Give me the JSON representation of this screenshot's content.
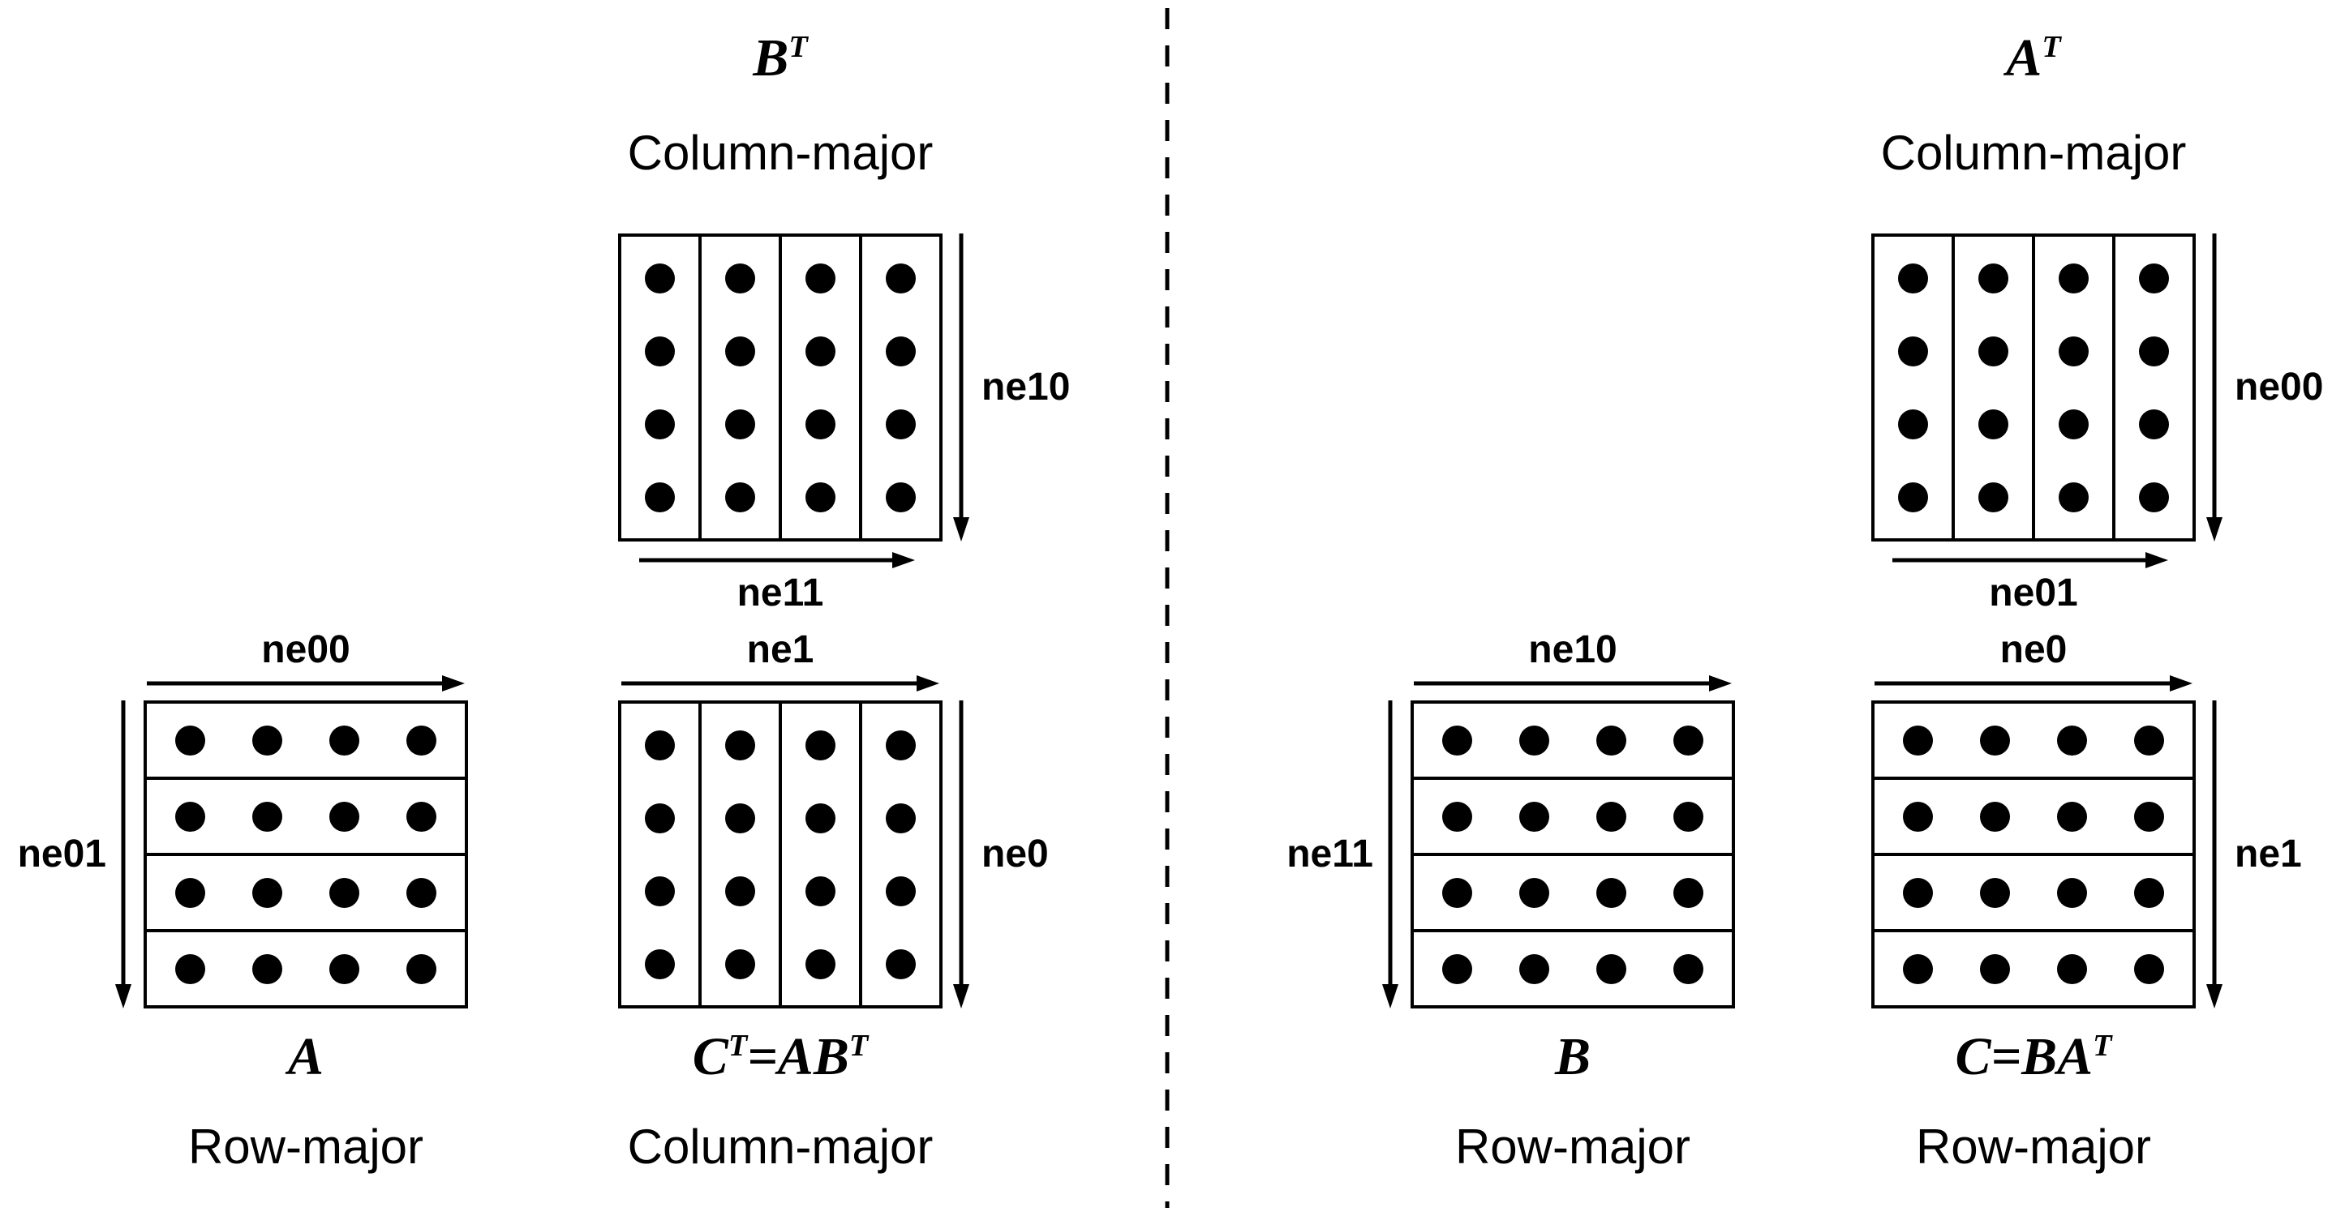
{
  "figure": {
    "description_labels": {
      "column_major": "Column-major",
      "row_major": "Row-major"
    },
    "colors": {
      "foreground": "#000000",
      "background": "#ffffff"
    }
  },
  "matrices": {
    "left_bt": {
      "title": {
        "seg1": "B",
        "seg1sup": "T",
        "seg2": "",
        "seg2sup": ""
      },
      "layout": "Column-major",
      "right_label": "ne10",
      "bottom_label": "ne11"
    },
    "left_a": {
      "title": {
        "seg1": "A",
        "seg1sup": "",
        "seg2": "",
        "seg2sup": ""
      },
      "layout": "Row-major",
      "top_label": "ne00",
      "left_label": "ne01"
    },
    "left_ct": {
      "title": {
        "seg1": "C",
        "seg1sup": "T",
        "seg2": "=AB",
        "seg2sup": "T"
      },
      "layout": "Column-major",
      "top_label": "ne1",
      "right_label": "ne0"
    },
    "right_at": {
      "title": {
        "seg1": "A",
        "seg1sup": "T",
        "seg2": "",
        "seg2sup": ""
      },
      "layout": "Column-major",
      "right_label": "ne00",
      "bottom_label": "ne01"
    },
    "right_b": {
      "title": {
        "seg1": "B",
        "seg1sup": "",
        "seg2": "",
        "seg2sup": ""
      },
      "layout": "Row-major",
      "top_label": "ne10",
      "left_label": "ne11"
    },
    "right_c": {
      "title": {
        "seg1": "C",
        "seg1sup": "",
        "seg2": "=BA",
        "seg2sup": "T"
      },
      "layout": "Row-major",
      "top_label": "ne0",
      "right_label": "ne1"
    }
  }
}
